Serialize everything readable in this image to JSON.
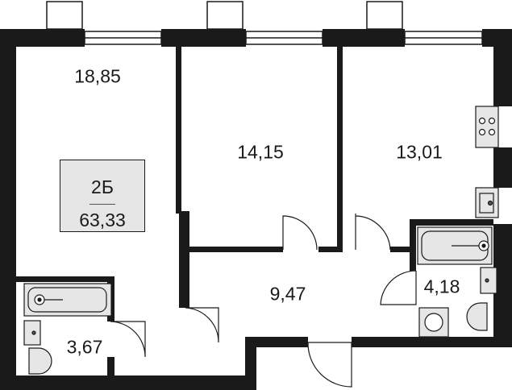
{
  "apartment": {
    "type": "2Б",
    "total_area": "63,33"
  },
  "rooms": {
    "bedroom_1": "18,85",
    "bedroom_2": "14,15",
    "kitchen": "13,01",
    "hall": "9,47",
    "bathroom_right": "4,18",
    "bathroom_left": "3,67"
  },
  "colors": {
    "wall": "#1a1a1a",
    "fixture_fill": "#e6e6e6",
    "background": "#ffffff"
  }
}
